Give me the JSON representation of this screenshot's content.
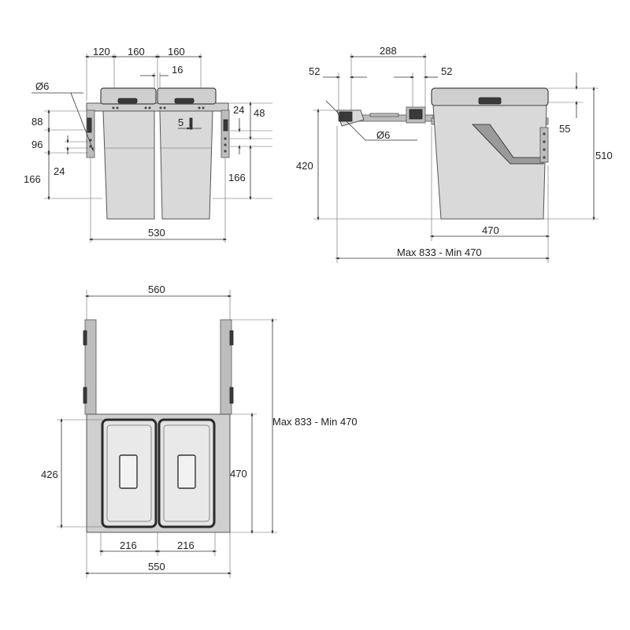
{
  "front_view": {
    "dim_120": "120",
    "dim_160_left": "160",
    "dim_160_right": "160",
    "dim_16": "16",
    "dim_hole": "Ø6",
    "dim_88": "88",
    "dim_96": "96",
    "dim_24_left": "24",
    "dim_166_left": "166",
    "dim_5": "5",
    "dim_24_right": "24",
    "dim_48": "48",
    "dim_166_right": "166",
    "dim_530": "530"
  },
  "side_view": {
    "dim_288": "288",
    "dim_52_left": "52",
    "dim_52_right": "52",
    "dim_hole": "Ø6",
    "dim_420": "420",
    "dim_55": "55",
    "dim_510": "510",
    "dim_470": "470",
    "dim_extension": "Max 833 - Min 470"
  },
  "top_view": {
    "dim_560": "560",
    "dim_extension": "Max 833 - Min 470",
    "dim_426": "426",
    "dim_470": "470",
    "dim_216_left": "216",
    "dim_216_right": "216",
    "dim_550": "550"
  }
}
